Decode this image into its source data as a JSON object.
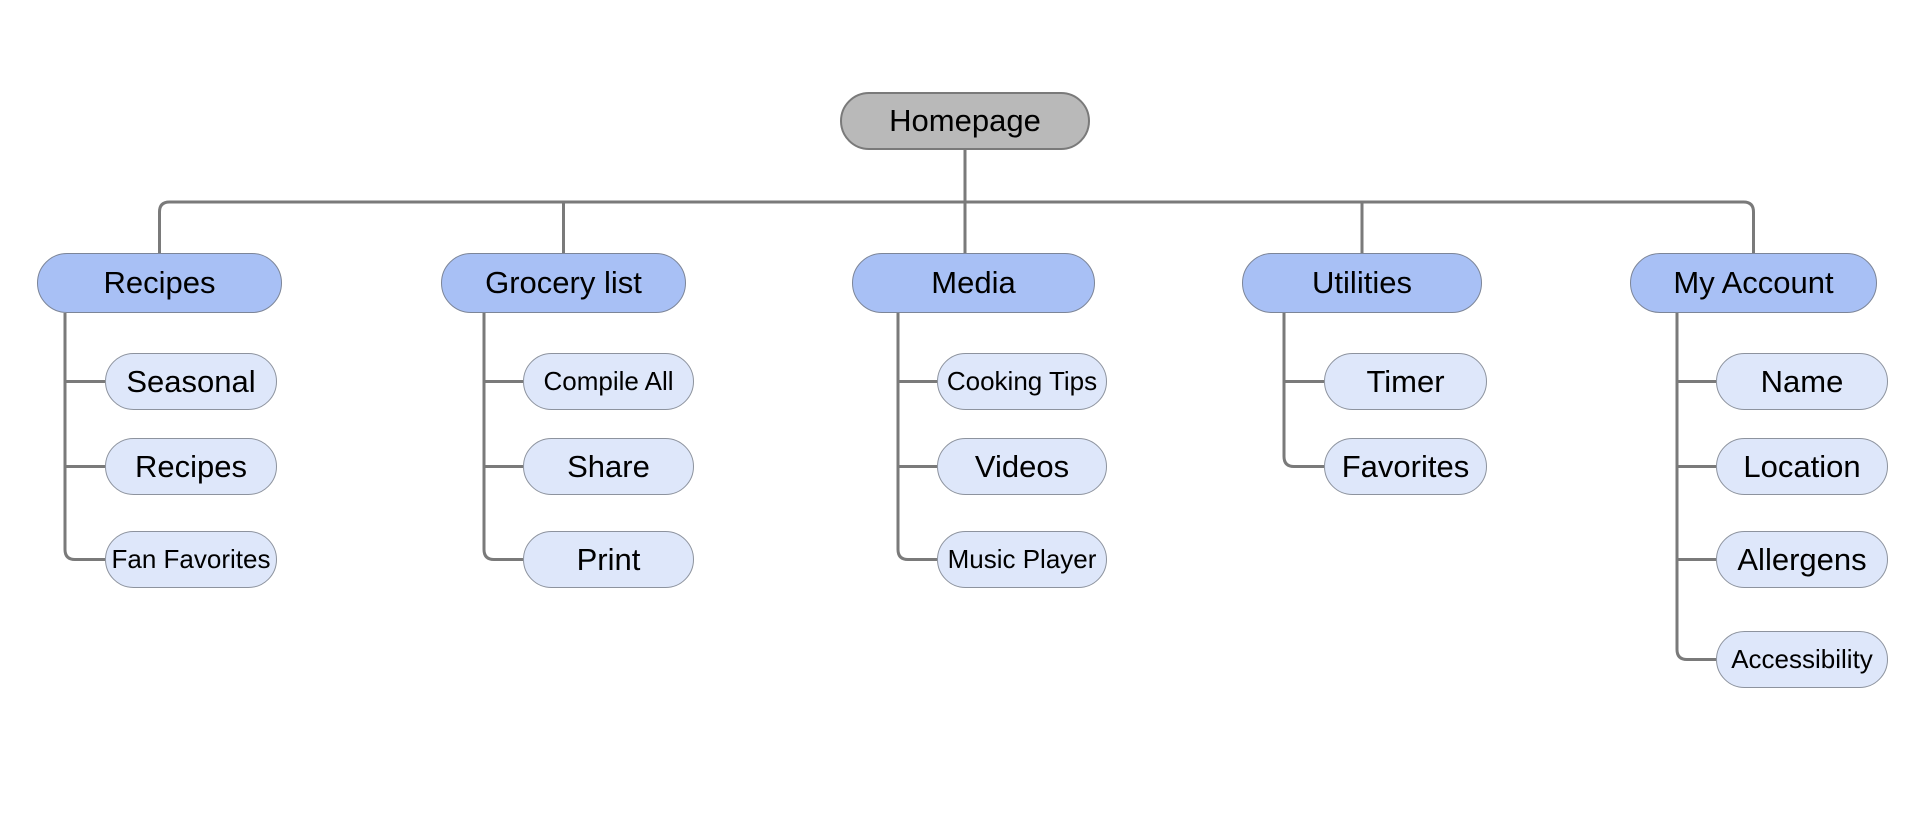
{
  "diagram": {
    "root": {
      "label": "Homepage"
    },
    "branches": [
      {
        "label": "Recipes",
        "children": [
          {
            "label": "Seasonal"
          },
          {
            "label": "Recipes"
          },
          {
            "label": "Fan Favorites"
          }
        ]
      },
      {
        "label": "Grocery list",
        "children": [
          {
            "label": "Compile All"
          },
          {
            "label": "Share"
          },
          {
            "label": "Print"
          }
        ]
      },
      {
        "label": "Media",
        "children": [
          {
            "label": "Cooking Tips"
          },
          {
            "label": "Videos"
          },
          {
            "label": "Music Player"
          }
        ]
      },
      {
        "label": "Utilities",
        "children": [
          {
            "label": "Timer"
          },
          {
            "label": "Favorites"
          }
        ]
      },
      {
        "label": "My Account",
        "children": [
          {
            "label": "Name"
          },
          {
            "label": "Location"
          },
          {
            "label": "Allergens"
          },
          {
            "label": "Accessibility"
          }
        ]
      }
    ],
    "colors": {
      "root_fill": "#b9b9b9",
      "root_border": "#7a7a7a",
      "branch_fill": "#a8c0f5",
      "branch_border": "#7c8598",
      "leaf_fill": "#dee7fa",
      "leaf_border": "#8d939e",
      "line": "#7a7a7a",
      "text": "#000000"
    }
  }
}
